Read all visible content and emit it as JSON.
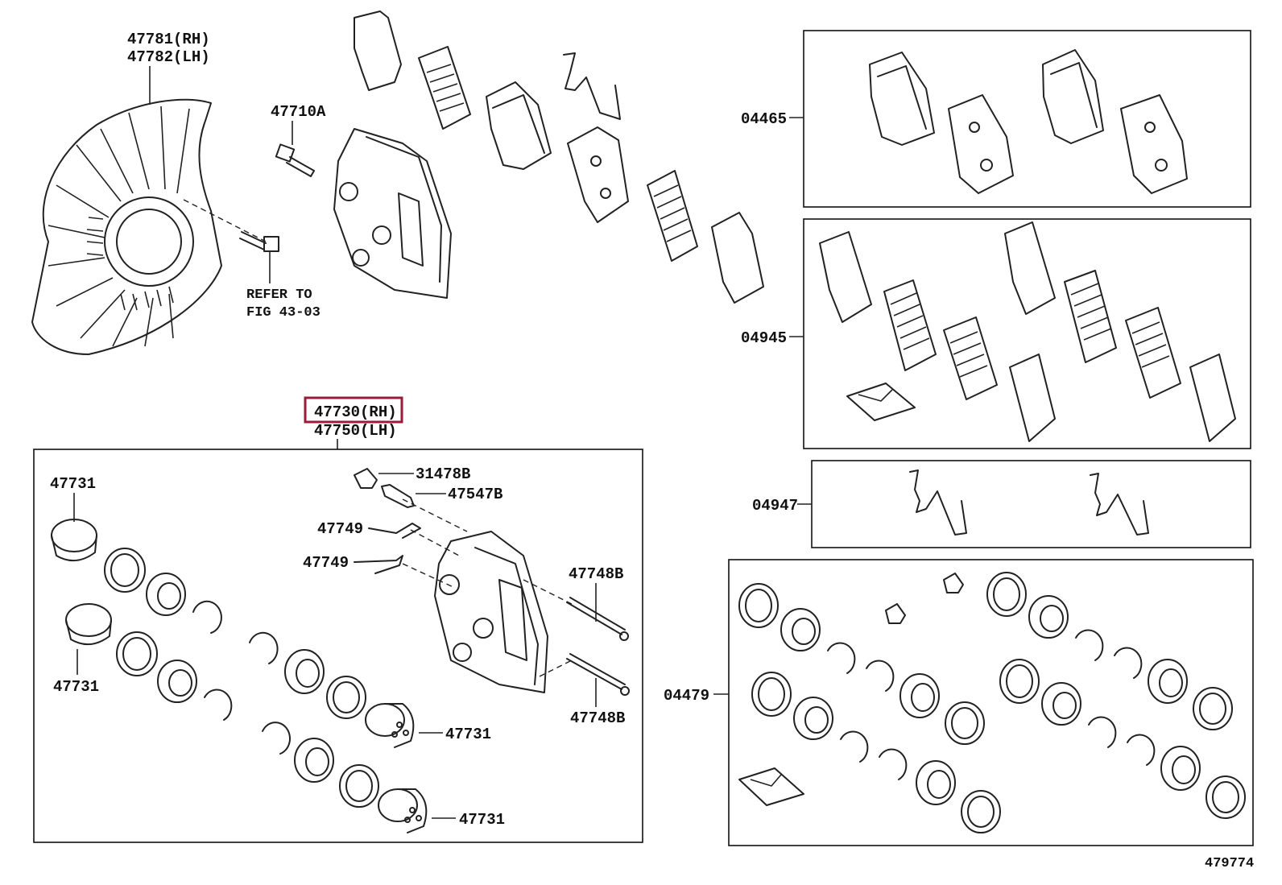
{
  "labels": {
    "shield_rh": "47781(RH)",
    "shield_lh": "47782(LH)",
    "bolt_47710a": "47710A",
    "refer_line1": "REFER TO",
    "refer_line2": "FIG 43-03",
    "caliper_rh": "47730(RH)",
    "caliper_lh": "47750(LH)",
    "cap_31478b": "31478B",
    "bleeder_47547b": "47547B",
    "clip_47749_a": "47749",
    "clip_47749_b": "47749",
    "piston_47731_a": "47731",
    "piston_47731_b": "47731",
    "piston_47731_c": "47731",
    "piston_47731_d": "47731",
    "pin_47748b_a": "47748B",
    "pin_47748b_b": "47748B",
    "kit_04465": "04465",
    "kit_04945": "04945",
    "kit_04947": "04947",
    "kit_04479": "04479",
    "figure_number": "479774"
  },
  "highlight": {
    "part": "47730(RH)",
    "color": "#9b1b3a"
  },
  "icons": [
    "dust-shield-icon",
    "bolt-icon",
    "caliper-icon",
    "brake-pad-icon",
    "shim-icon",
    "anti-rattle-spring-icon",
    "piston-icon",
    "seal-ring-icon",
    "slide-pin-icon",
    "bleeder-plug-icon",
    "grease-packet-icon"
  ]
}
